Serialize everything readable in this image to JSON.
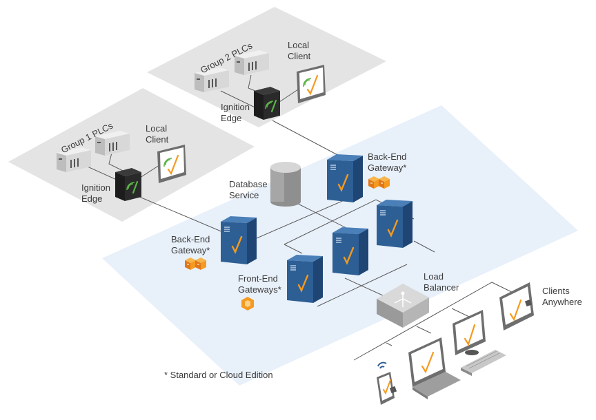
{
  "groups": {
    "group1": {
      "title": "Group 1 PLCs",
      "local_client": [
        "Local",
        "Client"
      ],
      "edge": [
        "Ignition",
        "Edge"
      ]
    },
    "group2": {
      "title": "Group 2 PLCs",
      "local_client": [
        "Local",
        "Client"
      ],
      "edge": [
        "Ignition",
        "Edge"
      ]
    }
  },
  "labels": {
    "database": [
      "Database",
      "Service"
    ],
    "backend_right": [
      "Back-End",
      "Gateway*"
    ],
    "backend_left": [
      "Back-End",
      "Gateway*"
    ],
    "frontend": [
      "Front-End",
      "Gateways*"
    ],
    "load_balancer": [
      "Load",
      "Balancer"
    ],
    "clients": [
      "Clients",
      "Anywhere"
    ],
    "footnote": "* Standard or Cloud Edition"
  },
  "icons": {
    "server": "server-icon",
    "plc": "plc-icon",
    "edge": "ignition-edge-icon",
    "monitor": "monitor-icon",
    "database": "database-icon",
    "modules": "module-icon",
    "load_balancer": "load-balancer-icon",
    "laptop": "laptop-icon",
    "phone": "phone-icon",
    "keyboard": "keyboard-icon",
    "wifi": "wifi-icon"
  },
  "colors": {
    "platform_gray": "#e4e4e4",
    "platform_blue": "#e8f0fa",
    "server_blue": "#2d5f95",
    "accent_orange": "#f59a1e",
    "edge_green": "#5ab446",
    "line": "#5a5a5a"
  }
}
